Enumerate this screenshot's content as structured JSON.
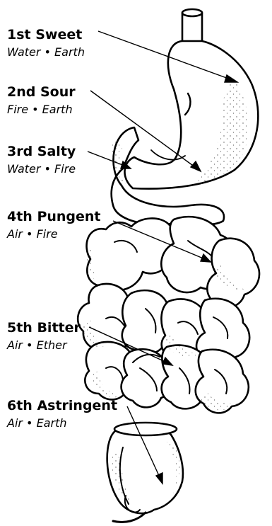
{
  "labels": [
    {
      "taste": "1st Sweet",
      "elements": "Water • Earth"
    },
    {
      "taste": "2nd Sour",
      "elements": "Fire • Earth"
    },
    {
      "taste": "3rd Salty",
      "elements": "Water • Fire"
    },
    {
      "taste": "4th Pungent",
      "elements": "Air • Fire"
    },
    {
      "taste": "5th Bitter",
      "elements": "Air • Ether"
    },
    {
      "taste": "6th Astringent",
      "elements": "Air • Earth"
    }
  ]
}
